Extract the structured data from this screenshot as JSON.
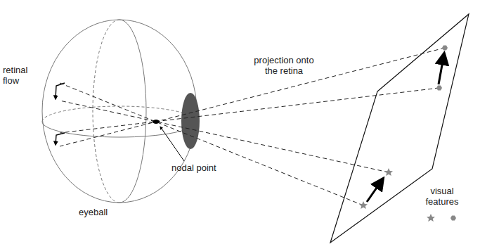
{
  "diagram": {
    "labels": [
      "retinal flow",
      "projection onto the retina",
      "nodal point",
      "eyeball",
      "visual features"
    ]
  }
}
